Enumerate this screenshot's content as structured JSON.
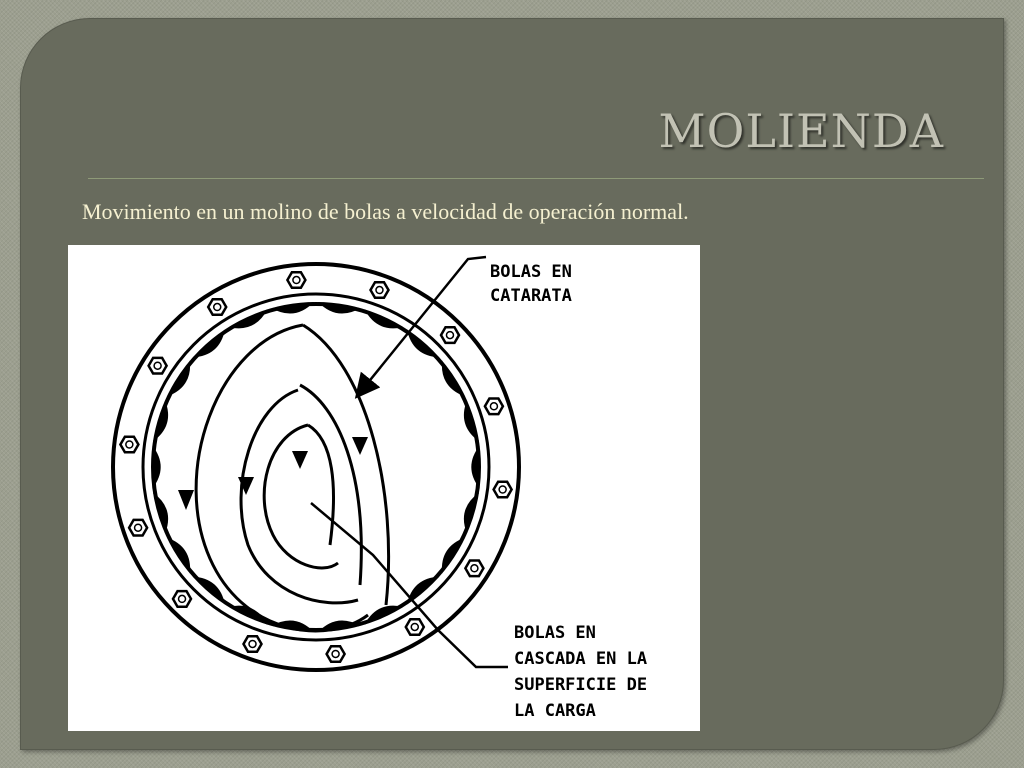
{
  "slide": {
    "title": "MOLIENDA",
    "subtitle": "Movimiento en un molino de bolas a velocidad de operación normal."
  },
  "diagram": {
    "label_top": [
      "BOLAS EN",
      "CATARATA"
    ],
    "label_bottom": [
      "BOLAS EN",
      "CASCADA EN LA",
      "SUPERFICIE DE",
      "LA CARGA"
    ]
  },
  "colors": {
    "slide_bg": "#686b5d",
    "title": "#c2c2b4",
    "subtitle": "#f5f0d0",
    "figure_bg": "#ffffff"
  }
}
